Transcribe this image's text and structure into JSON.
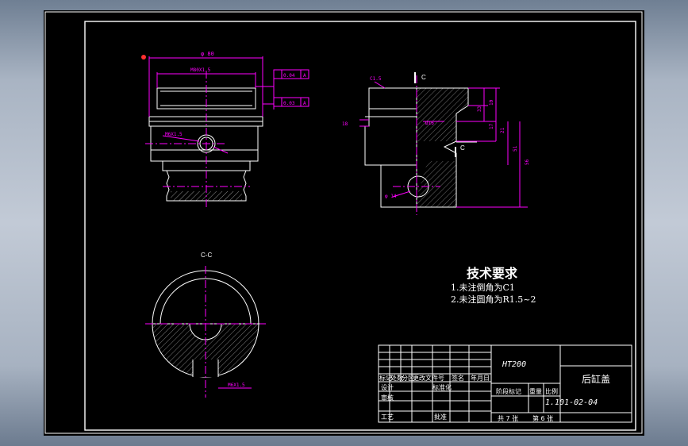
{
  "drawing": {
    "section_label": "C-C",
    "cut_label_top": "C",
    "cut_label_bottom": "C",
    "dims": {
      "overall_width": "φ 80",
      "thread": "M80X1.5",
      "tap": "M6X1.5",
      "chamfer": "C1.5",
      "small_dia": "Ø16",
      "hole_dia": "φ 14",
      "bottom_thread": "M6X1.5",
      "tol1": "0.04",
      "tol2": "0.03",
      "datum": "A",
      "d1": "10",
      "d2": "17",
      "d3": "21",
      "d4": "51",
      "d5": "56",
      "d6": "33",
      "d7": "18"
    }
  },
  "tech_requirements": {
    "title": "技术要求",
    "items": [
      "1.未注倒角为C1",
      "2.未注圆角为R1.5~2"
    ]
  },
  "title_block": {
    "material": "HT200",
    "part_name": "后缸盖",
    "drawing_number": "1.101-02-04",
    "headers": [
      "标记",
      "处数",
      "分区",
      "更改文件号",
      "签名",
      "年月日"
    ],
    "rows": [
      "设计",
      "审核",
      "工艺"
    ],
    "standardize": "标准化",
    "approve": "批准",
    "stage_headers": [
      "阶段标记",
      "重量",
      "比例"
    ],
    "sheets_total": "共 7 张",
    "sheet_no": "第 6 张"
  }
}
